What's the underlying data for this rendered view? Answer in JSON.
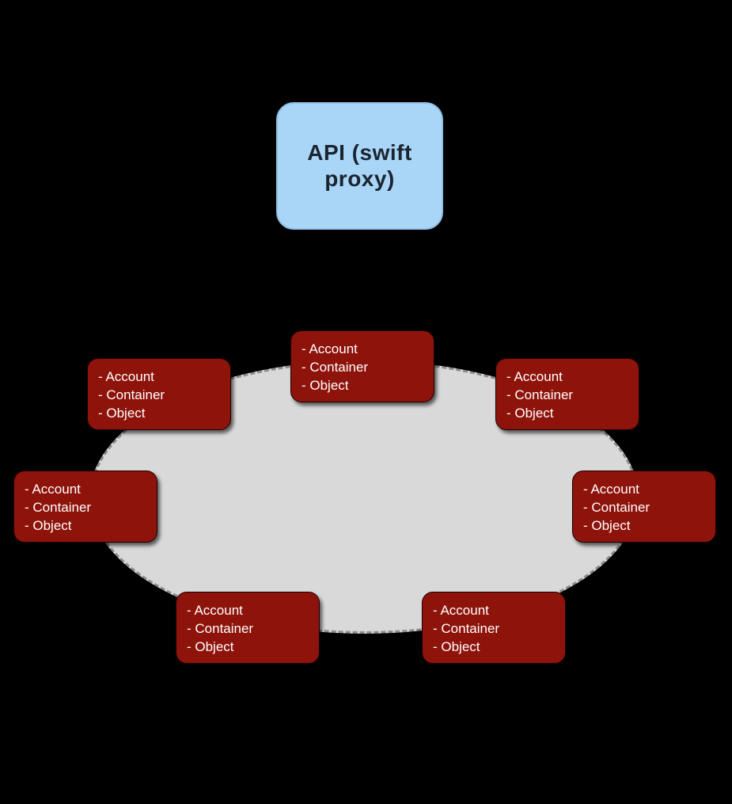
{
  "colors": {
    "background": "#000000",
    "api_fill": "#a9d6f7",
    "api_border": "#8fbfe3",
    "api_text": "#1b2530",
    "ring_fill": "#d9d9d9",
    "ring_border": "#8c8c8c",
    "node_fill": "#8e130b",
    "node_text": "#ffffff"
  },
  "api_box": {
    "label": "API (swift proxy)"
  },
  "nodes": [
    {
      "position": "top",
      "lines": [
        "- Account",
        "- Container",
        "- Object"
      ]
    },
    {
      "position": "upper-left",
      "lines": [
        "- Account",
        "- Container",
        "- Object"
      ]
    },
    {
      "position": "upper-right",
      "lines": [
        "- Account",
        "- Container",
        "- Object"
      ]
    },
    {
      "position": "left",
      "lines": [
        "- Account",
        "- Container",
        "- Object"
      ]
    },
    {
      "position": "right",
      "lines": [
        "- Account",
        "- Container",
        "- Object"
      ]
    },
    {
      "position": "bottom-left",
      "lines": [
        "- Account",
        "- Container",
        "- Object"
      ]
    },
    {
      "position": "bottom-right",
      "lines": [
        "- Account",
        "- Container",
        "- Object"
      ]
    }
  ]
}
